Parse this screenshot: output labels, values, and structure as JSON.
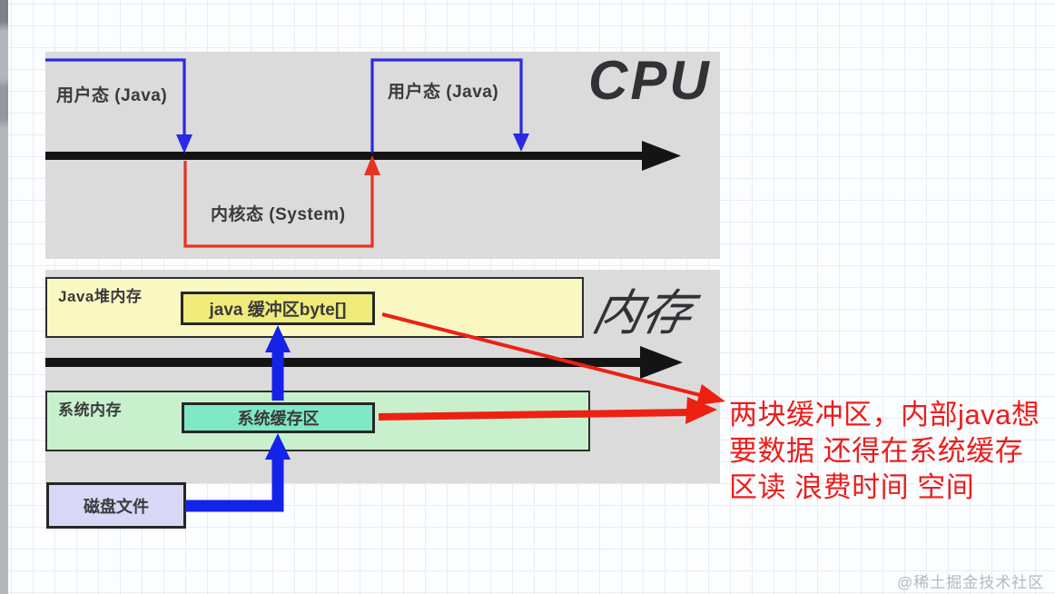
{
  "colors": {
    "section_bg": "#dbdbdc",
    "blue_line": "#2a2ae0",
    "blue_thick_arrow": "#1522e8",
    "red_line": "#e5341f",
    "red_text": "#ee1c1c",
    "black_bar": "#141414",
    "yellow_outer": "#faf8c2",
    "yellow_inner": "#f0ec7b",
    "green_outer": "#c8f0cd",
    "teal_inner": "#7fe8c6",
    "purple_box": "#d8d8f6"
  },
  "cpu": {
    "title": "CPU",
    "user_mode_1": "用户态 (Java)",
    "user_mode_2": "用户态 (Java)",
    "kernel_mode": "内核态 (System)"
  },
  "memory": {
    "title": "内存",
    "java_heap_label": "Java堆内存",
    "java_buffer_label": "java 缓冲区byte[]",
    "system_memory_label": "系统内存",
    "system_buffer_label": "系统缓存区"
  },
  "disk": {
    "label": "磁盘文件"
  },
  "note": {
    "text": "两块缓冲区，内部java想\n要数据 还得在系统缓存\n区读 浪费时间 空间"
  },
  "watermark": "@稀土掘金技术社区"
}
